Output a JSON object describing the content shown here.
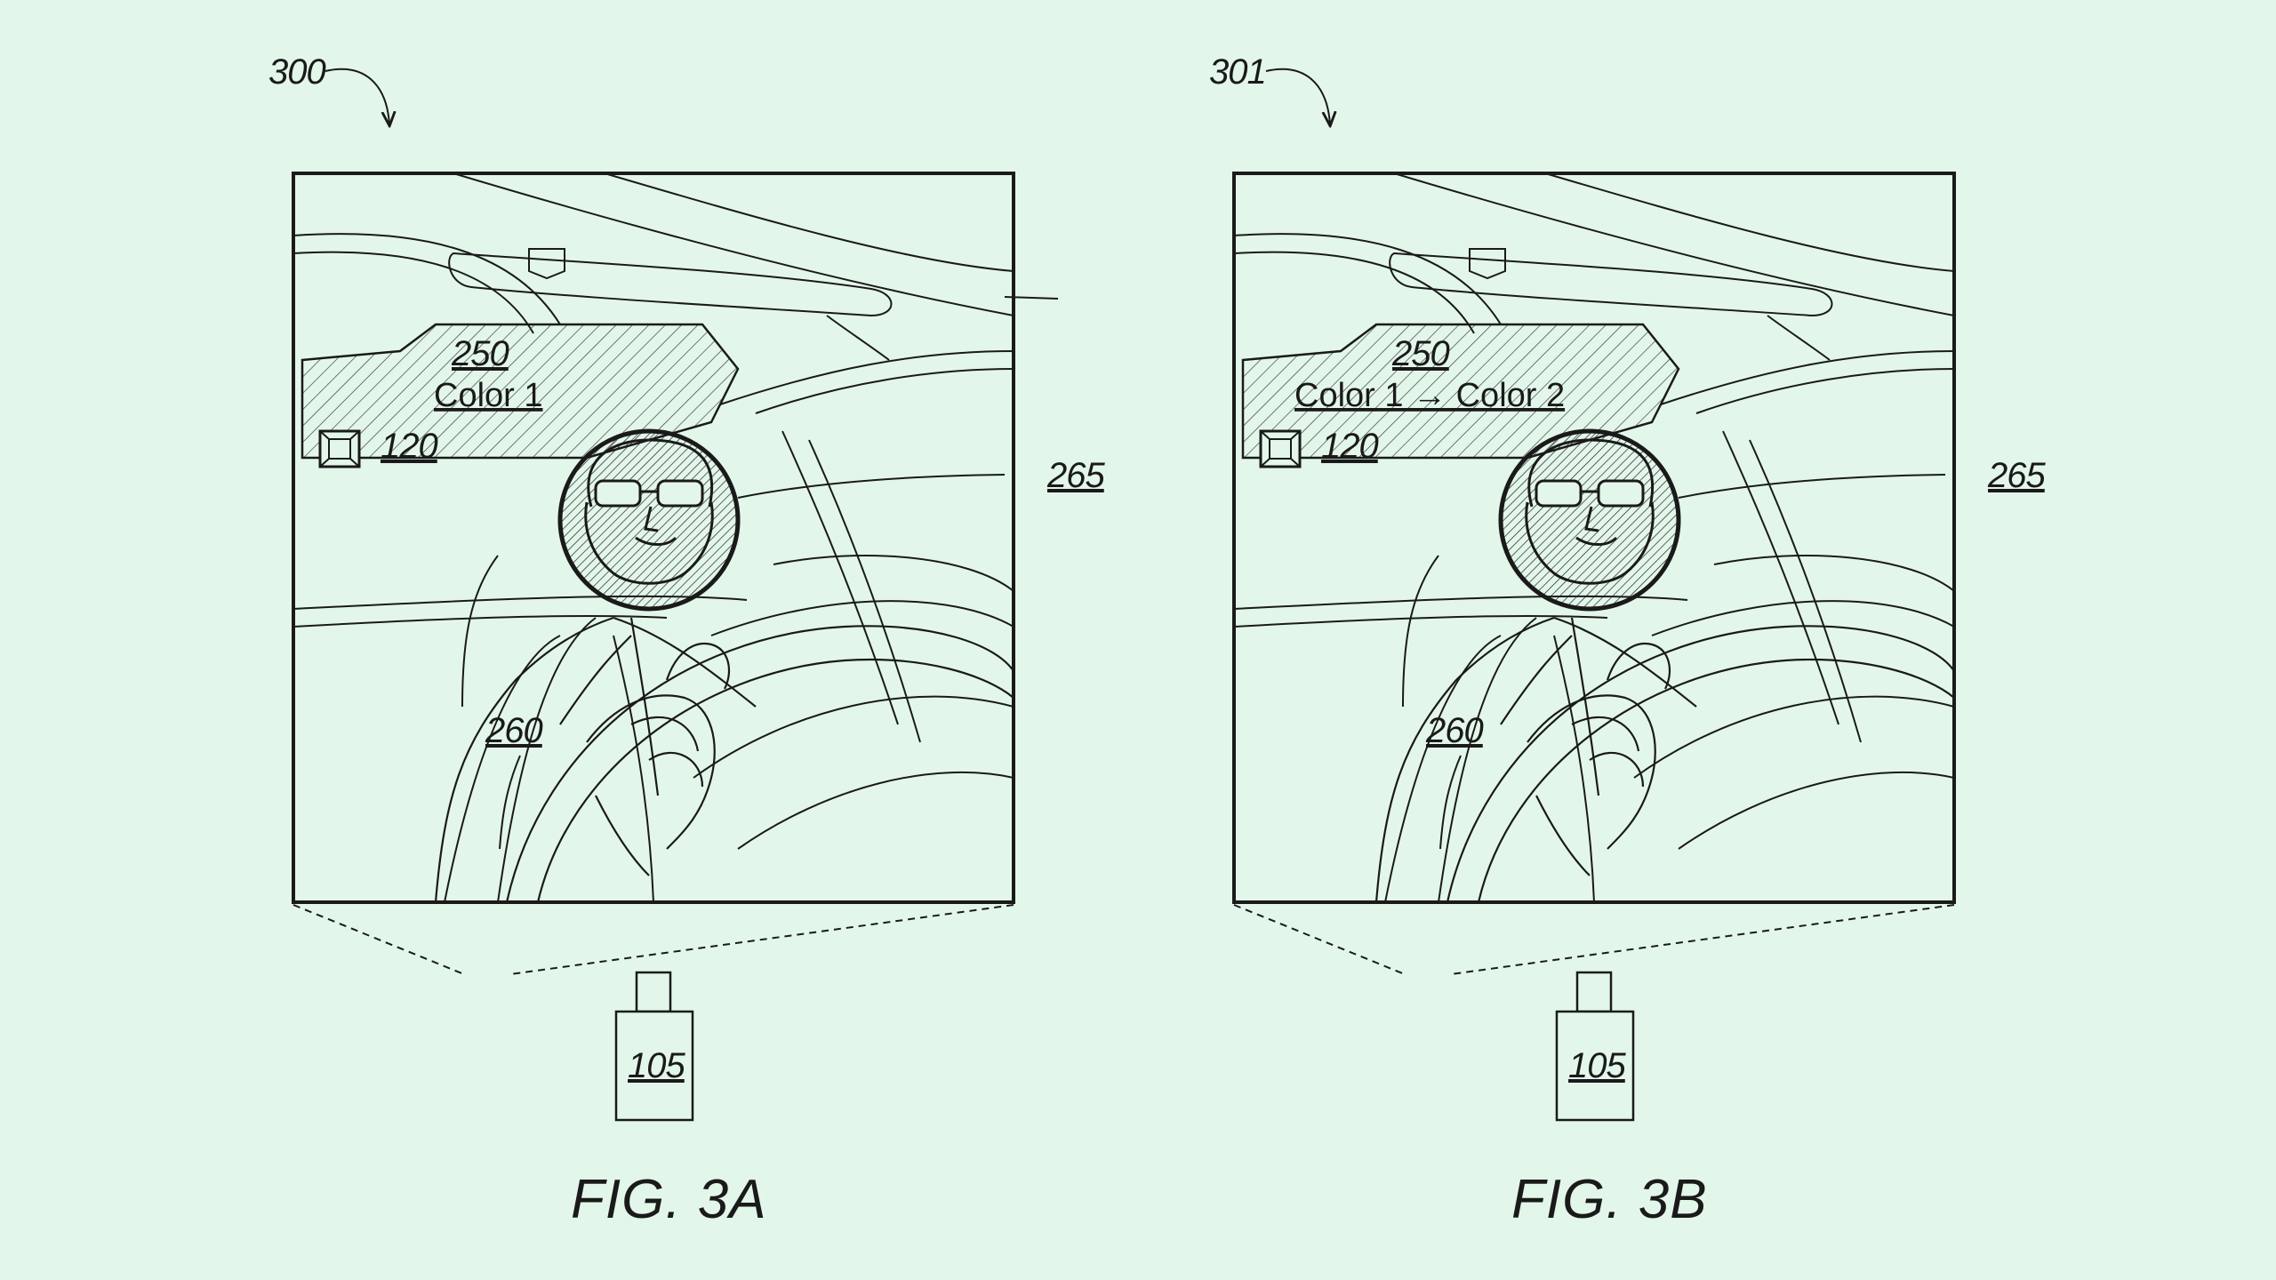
{
  "panels": [
    {
      "ref": "300",
      "region": {
        "ref": "250",
        "text": "Color 1"
      },
      "icon_ref": "120",
      "circle_ref": "265",
      "driver_ref": "260",
      "camera_ref": "105",
      "caption": "FIG. 3A"
    },
    {
      "ref": "301",
      "region": {
        "ref": "250",
        "text": "Color 1 → Color 2"
      },
      "icon_ref": "120",
      "circle_ref": "265",
      "driver_ref": "260",
      "camera_ref": "105",
      "caption": "FIG. 3B"
    }
  ],
  "colors": {
    "background": "#e3f6ea",
    "line": "#1a1a1a"
  }
}
